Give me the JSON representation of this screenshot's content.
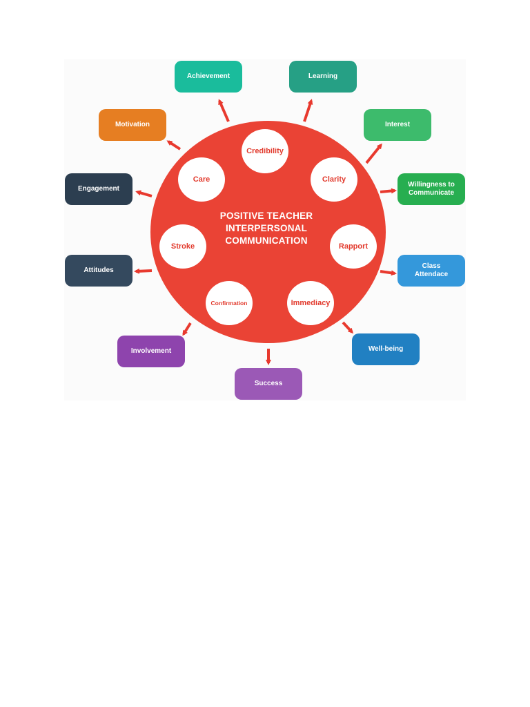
{
  "diagram": {
    "center_title": [
      "POSITIVE TEACHER",
      "INTERPERSONAL",
      "COMMUNICATION"
    ],
    "inner_items": {
      "credibility": "Credibility",
      "care": "Care",
      "clarity": "Clarity",
      "stroke": "Stroke",
      "rapport": "Rapport",
      "confirmation": "Confirmation",
      "immediacy": "Immediacy"
    },
    "outcomes": {
      "achievement": "Achievement",
      "learning": "Learning",
      "motivation": "Motivation",
      "interest": "Interest",
      "engagement": "Engagement",
      "willingness": [
        "Willingness to",
        "Communicate"
      ],
      "attitudes": "Attitudes",
      "class_attendance": [
        "Class",
        "Attendace"
      ],
      "involvement": "Involvement",
      "wellbeing": "Well-being",
      "success": "Success"
    },
    "colors": {
      "circle": "#ea4335",
      "arrow": "#e8392e",
      "achievement": "#1abc9c",
      "learning": "#26a085",
      "motivation": "#e67e22",
      "interest": "#3dbb6c",
      "engagement": "#2c3e50",
      "willingness": "#27ae50",
      "attitudes": "#34495e",
      "class_attendance": "#3498db",
      "involvement": "#8e44ad",
      "wellbeing": "#2180c2",
      "success": "#9b59b6"
    }
  }
}
